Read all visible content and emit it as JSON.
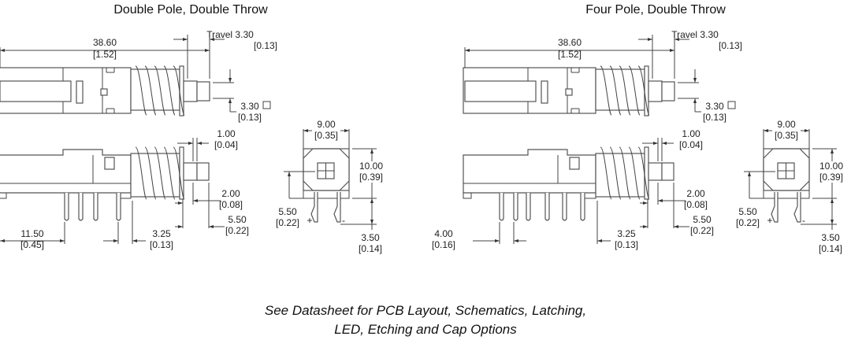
{
  "panels": [
    {
      "title": "Double Pole, Double Throw",
      "pins": 4,
      "dims": {
        "overall": [
          "38.60",
          "[1.52]"
        ],
        "travel": [
          "Travel 3.30",
          "[0.13]"
        ],
        "plunger": [
          "3.30",
          "[0.13]"
        ],
        "d100": [
          "1.00",
          "[0.04]"
        ],
        "d200": [
          "2.00",
          "[0.08]"
        ],
        "d550": [
          "5.50",
          "[0.22]"
        ],
        "d325": [
          "3.25",
          "[0.13]"
        ],
        "pin": [
          "11.50",
          "[0.45]"
        ],
        "w900": [
          "9.00",
          "[0.35]"
        ],
        "h1000": [
          "10.00",
          "[0.39]"
        ],
        "f550": [
          "5.50",
          "[0.22]"
        ],
        "f350": [
          "3.50",
          "[0.14]"
        ],
        "plus": "+",
        "minus": "-"
      }
    },
    {
      "title": "Four Pole, Double Throw",
      "pins": 6,
      "dims": {
        "overall": [
          "38.60",
          "[1.52]"
        ],
        "travel": [
          "Travel 3.30",
          "[0.13]"
        ],
        "plunger": [
          "3.30",
          "[0.13]"
        ],
        "d100": [
          "1.00",
          "[0.04]"
        ],
        "d200": [
          "2.00",
          "[0.08]"
        ],
        "d550": [
          "5.50",
          "[0.22]"
        ],
        "d325": [
          "3.25",
          "[0.13]"
        ],
        "pin": [
          "4.00",
          "[0.16]"
        ],
        "w900": [
          "9.00",
          "[0.35]"
        ],
        "h1000": [
          "10.00",
          "[0.39]"
        ],
        "f550": [
          "5.50",
          "[0.22]"
        ],
        "f350": [
          "3.50",
          "[0.14]"
        ],
        "plus": "+",
        "minus": "-"
      }
    }
  ],
  "footer": {
    "line1": "See Datasheet for PCB Layout, Schematics, Latching,",
    "line2": "LED, Etching and Cap Options"
  }
}
